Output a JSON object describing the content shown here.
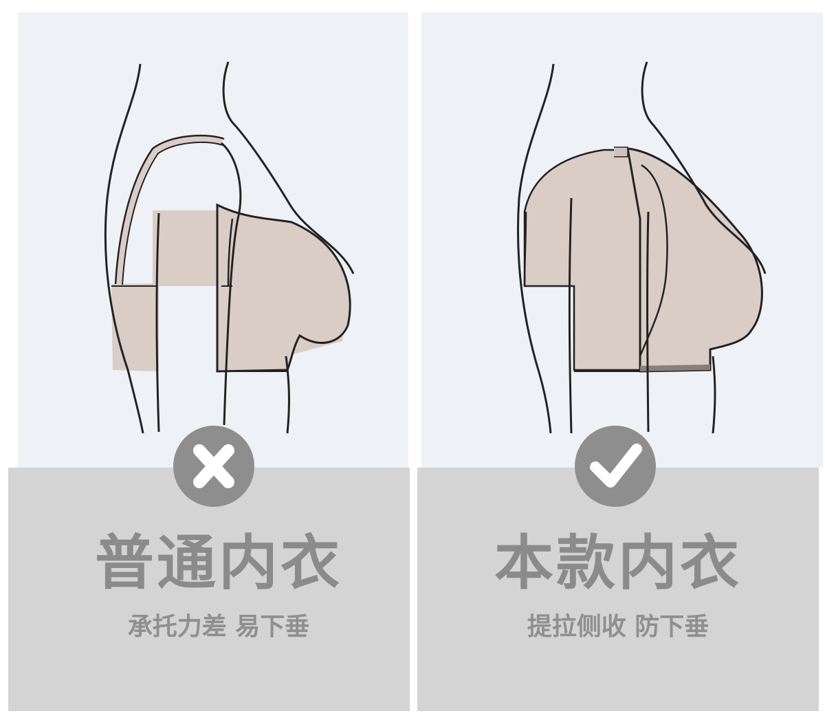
{
  "colors": {
    "illustration_bg": "#eef1f5",
    "caption_bg": "#d4d4d4",
    "badge": "#8e8e8e",
    "garment": "#d9cdc6",
    "text": "#8b8b8b"
  },
  "panels": [
    {
      "status_icon": "cross-icon",
      "title": "普通内衣",
      "subtitle": "承托力差 易下垂"
    },
    {
      "status_icon": "check-icon",
      "title": "本款内衣",
      "subtitle": "提拉侧收 防下垂"
    }
  ]
}
